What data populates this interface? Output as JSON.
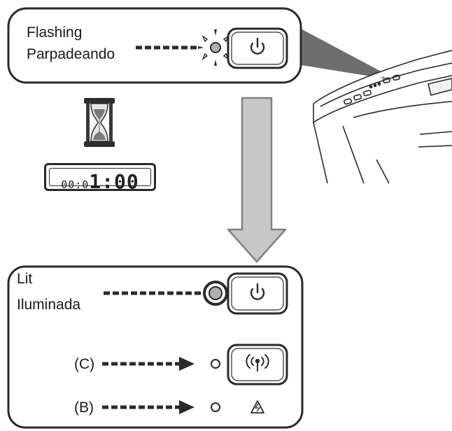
{
  "panel_top": {
    "label_en": "Flashing",
    "label_es": "Parpadeando"
  },
  "timer": {
    "small": "00:0",
    "big": "1:00"
  },
  "panel_bottom": {
    "label_en": "Lit",
    "label_es": "Iluminada",
    "row_c": "(C)",
    "row_b": "(B)"
  },
  "icons": {
    "power": "power-icon",
    "wifi": "wireless-icon",
    "alarm": "warning-triangle-icon",
    "wait": "hourglass-icon"
  },
  "colors": {
    "stroke": "#2a2a2a",
    "arrow_fill": "#c8c8c8",
    "arrow_stroke": "#808080",
    "lamp_fill": "#b0b0b0",
    "callout_fill": "#6e6e6e"
  }
}
